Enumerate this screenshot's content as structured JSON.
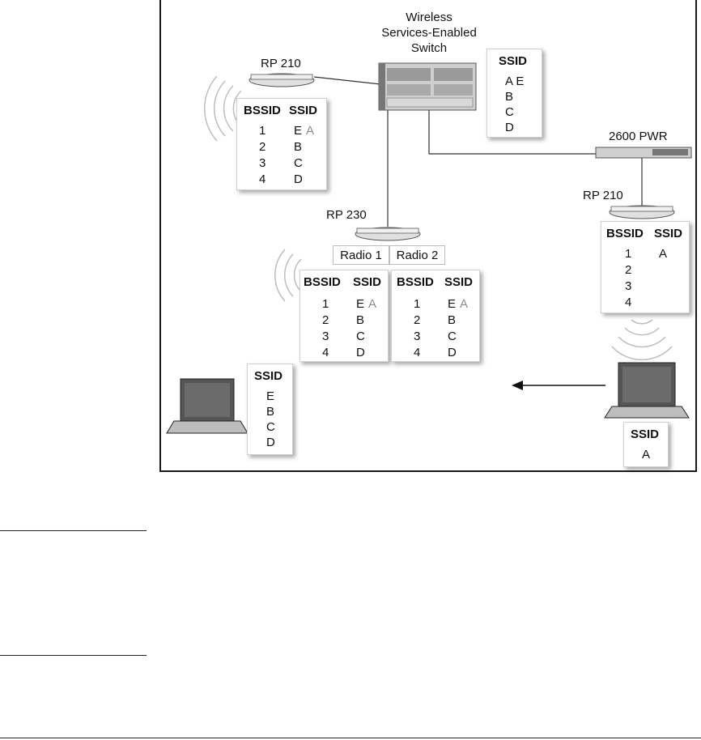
{
  "labels": {
    "switch_title": "Wireless Services-Enabled Switch",
    "switch_line1": "Wireless",
    "switch_line2": "Services-Enabled",
    "switch_line3": "Switch",
    "rp210_left": "RP 210",
    "rp230": "RP 230",
    "rp210_right": "RP 210",
    "pwr_switch": "2600 PWR",
    "radio1": "Radio 1",
    "radio2": "Radio 2"
  },
  "headers": {
    "bssid": "BSSID",
    "ssid": "SSID"
  },
  "switch_ssid": [
    "A E",
    "B",
    "C",
    "D"
  ],
  "rp210_left_table": [
    {
      "bssid": "1",
      "ssid": "E",
      "extra": "A"
    },
    {
      "bssid": "2",
      "ssid": "B"
    },
    {
      "bssid": "3",
      "ssid": "C"
    },
    {
      "bssid": "4",
      "ssid": "D"
    }
  ],
  "radio1_table": [
    {
      "bssid": "1",
      "ssid": "E",
      "extra": "A"
    },
    {
      "bssid": "2",
      "ssid": "B"
    },
    {
      "bssid": "3",
      "ssid": "C"
    },
    {
      "bssid": "4",
      "ssid": "D"
    }
  ],
  "radio2_table": [
    {
      "bssid": "1",
      "ssid": "E",
      "extra": "A"
    },
    {
      "bssid": "2",
      "ssid": "B"
    },
    {
      "bssid": "3",
      "ssid": "C"
    },
    {
      "bssid": "4",
      "ssid": "D"
    }
  ],
  "rp210_right_table": [
    {
      "bssid": "1",
      "ssid": "A"
    },
    {
      "bssid": "2",
      "ssid": ""
    },
    {
      "bssid": "3",
      "ssid": ""
    },
    {
      "bssid": "4",
      "ssid": ""
    }
  ],
  "laptop_left_ssid": [
    "E",
    "B",
    "C",
    "D"
  ],
  "laptop_right_ssid": [
    "A"
  ]
}
